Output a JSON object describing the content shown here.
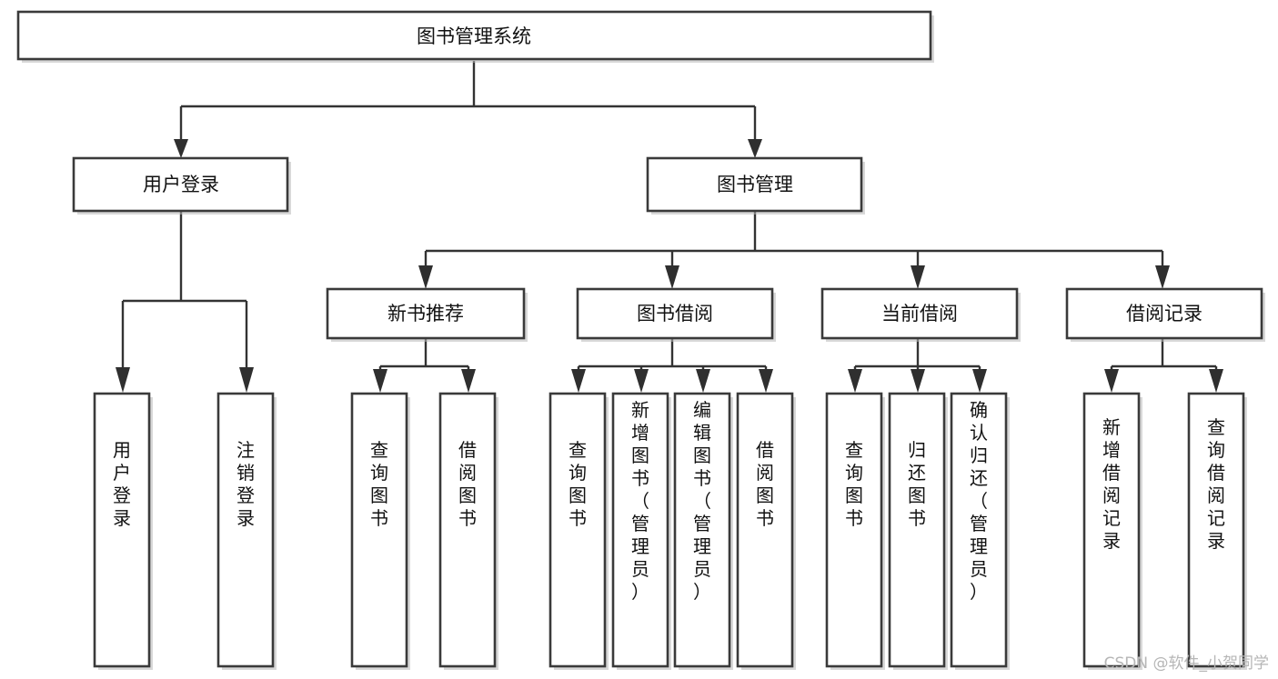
{
  "diagram": {
    "title": "图书管理系统",
    "type": "tree",
    "orientation": "top-down",
    "colors": {
      "background": "#ffffff",
      "box_fill": "#ffffff",
      "box_stroke": "#3a3a3a",
      "connector": "#333333",
      "arrow": "#2f2f2f",
      "label": "#111111",
      "watermark": "#b6b6b6"
    },
    "root": {
      "id": "root",
      "label": "图书管理系统",
      "orientation": "horizontal"
    },
    "level2": [
      {
        "id": "user-login",
        "label": "用户登录",
        "orientation": "horizontal"
      },
      {
        "id": "book-manage",
        "label": "图书管理",
        "orientation": "horizontal"
      }
    ],
    "level3": [
      {
        "id": "new-book-recommend",
        "label": "新书推荐",
        "orientation": "horizontal",
        "parent": "book-manage"
      },
      {
        "id": "book-borrow",
        "label": "图书借阅",
        "orientation": "horizontal",
        "parent": "book-manage"
      },
      {
        "id": "current-borrow",
        "label": "当前借阅",
        "orientation": "horizontal",
        "parent": "book-manage"
      },
      {
        "id": "borrow-record",
        "label": "借阅记录",
        "orientation": "horizontal",
        "parent": "book-manage"
      }
    ],
    "leaves": [
      {
        "id": "leaf-user-login",
        "label": "用户登录",
        "orientation": "vertical",
        "parent": "user-login"
      },
      {
        "id": "leaf-user-logout",
        "label": "注销登录",
        "orientation": "vertical",
        "parent": "user-login"
      },
      {
        "id": "leaf-query-book-1",
        "label": "查询图书",
        "orientation": "vertical",
        "parent": "new-book-recommend"
      },
      {
        "id": "leaf-borrow-book-1",
        "label": "借阅图书",
        "orientation": "vertical",
        "parent": "new-book-recommend"
      },
      {
        "id": "leaf-query-book-2",
        "label": "查询图书",
        "orientation": "vertical",
        "parent": "book-borrow"
      },
      {
        "id": "leaf-add-book",
        "label": "新增图书（管理员）",
        "orientation": "vertical",
        "parent": "book-borrow"
      },
      {
        "id": "leaf-edit-book",
        "label": "编辑图书（管理员）",
        "orientation": "vertical",
        "parent": "book-borrow"
      },
      {
        "id": "leaf-borrow-book-2",
        "label": "借阅图书",
        "orientation": "vertical",
        "parent": "book-borrow"
      },
      {
        "id": "leaf-query-book-3",
        "label": "查询图书",
        "orientation": "vertical",
        "parent": "current-borrow"
      },
      {
        "id": "leaf-return-book",
        "label": "归还图书",
        "orientation": "vertical",
        "parent": "current-borrow"
      },
      {
        "id": "leaf-confirm-return",
        "label": "确认归还（管理员）",
        "orientation": "vertical",
        "parent": "current-borrow"
      },
      {
        "id": "leaf-add-record",
        "label": "新增借阅记录",
        "orientation": "vertical",
        "parent": "borrow-record"
      },
      {
        "id": "leaf-query-record",
        "label": "查询借阅记录",
        "orientation": "vertical",
        "parent": "borrow-record"
      }
    ],
    "watermark": "CSDN @软件_小贺同学"
  }
}
